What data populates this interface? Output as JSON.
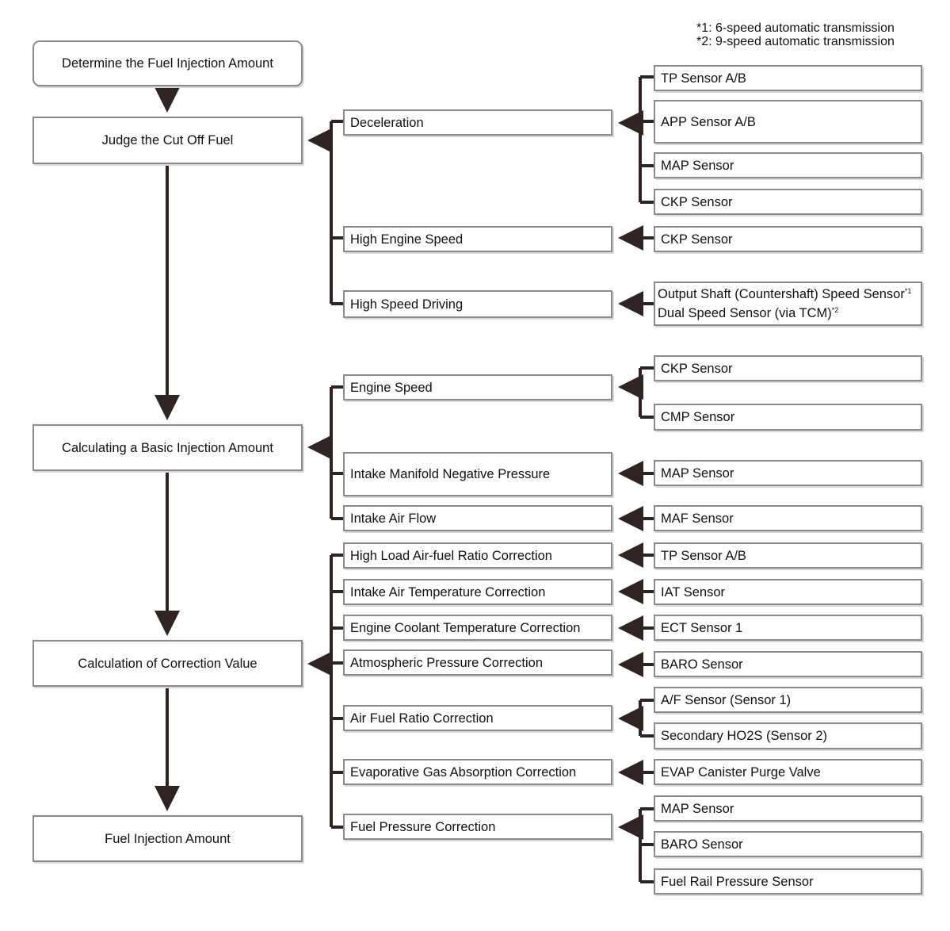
{
  "notes": [
    "*1: 6-speed automatic transmission",
    "*2: 9-speed automatic transmission"
  ],
  "main_steps": {
    "determine": "Determine the Fuel Injection Amount",
    "judge_cut_off": "Judge the Cut Off Fuel",
    "basic_amount": "Calculating a Basic Injection Amount",
    "correction": "Calculation of Correction Value",
    "result": "Fuel Injection Amount"
  },
  "conditions": {
    "deceleration": "Deceleration",
    "high_engine_speed": "High Engine Speed",
    "high_speed_driving": "High Speed Driving",
    "engine_speed": "Engine Speed",
    "intake_manifold_pressure": "Intake Manifold Negative Pressure",
    "intake_air_flow": "Intake Air Flow",
    "high_load_afr": "High Load Air-fuel Ratio Correction",
    "intake_air_temp": "Intake Air Temperature Correction",
    "coolant_temp": "Engine Coolant Temperature Correction",
    "atmospheric": "Atmospheric Pressure Correction",
    "air_fuel_ratio": "Air Fuel Ratio Correction",
    "evap_gas": "Evaporative Gas Absorption Correction",
    "fuel_pressure": "Fuel Pressure Correction"
  },
  "sensors": {
    "decel_tp": "TP Sensor A/B",
    "decel_app": "APP Sensor A/B",
    "decel_map": "MAP Sensor",
    "decel_ckp": "CKP Sensor",
    "hes_ckp": "CKP Sensor",
    "hsd_output_shaft": "Output Shaft (Countershaft) Speed Sensor",
    "hsd_output_shaft_ref": "*1",
    "hsd_dual_speed": "Dual Speed Sensor (via TCM)",
    "hsd_dual_speed_ref": "*2",
    "es_ckp": "CKP Sensor",
    "es_cmp": "CMP Sensor",
    "imp_map": "MAP Sensor",
    "iaf_maf": "MAF Sensor",
    "hl_tp": "TP Sensor A/B",
    "iat": "IAT Sensor",
    "ect": "ECT Sensor 1",
    "baro": "BARO Sensor",
    "af_sensor1": "A/F Sensor (Sensor 1)",
    "ho2s_sensor2": "Secondary HO2S (Sensor 2)",
    "evap_valve": "EVAP Canister Purge Valve",
    "fp_map": "MAP Sensor",
    "fp_baro": "BARO Sensor",
    "fp_rail": "Fuel Rail Pressure Sensor"
  },
  "colors": {
    "line": "#2e2424",
    "border": "#8a8a8a"
  }
}
